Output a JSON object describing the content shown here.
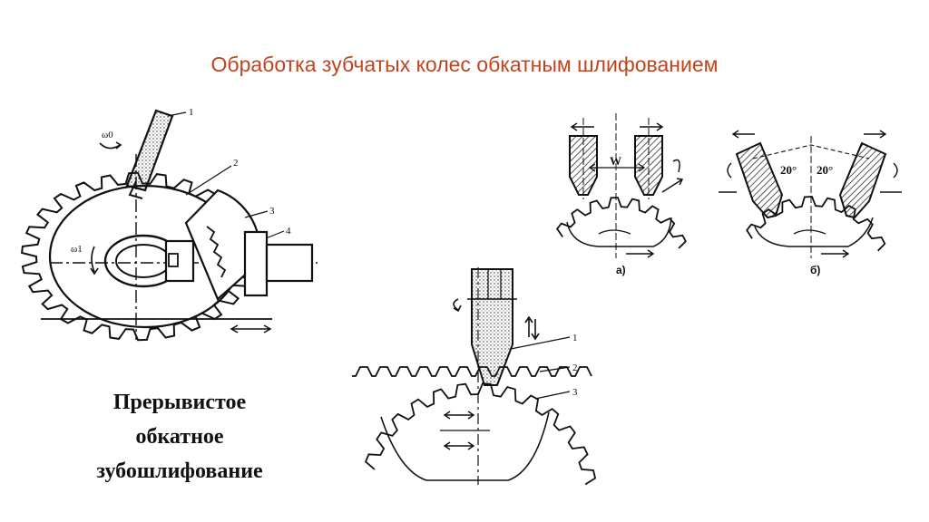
{
  "slide": {
    "title": "Обработка зубчатых колес обкатным шлифованием",
    "caption_lines": [
      "Прерывистое",
      "обкатное",
      "зубошлифование"
    ]
  },
  "figure_left": {
    "part_labels": [
      "1",
      "2",
      "3",
      "4"
    ],
    "omega_labels": [
      "ω0",
      "ω1"
    ]
  },
  "figure_bottom": {
    "part_labels": [
      "1",
      "2",
      "3"
    ]
  },
  "figure_a": {
    "dimension_label": "W",
    "sublabel": "а)"
  },
  "figure_b": {
    "angle_labels": [
      "20°",
      "20°"
    ],
    "sublabel": "б)"
  },
  "colors": {
    "title": "#c0441e",
    "ink": "#111111"
  }
}
